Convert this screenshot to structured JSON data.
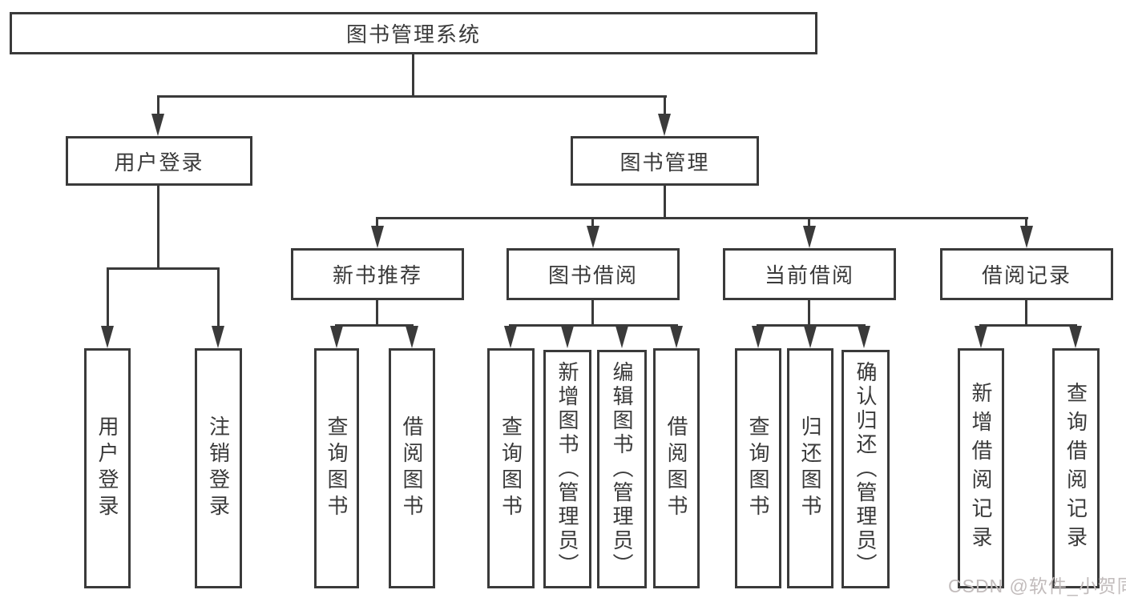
{
  "diagram_title": "图书管理系统",
  "tree": {
    "root": {
      "label": "图书管理系统"
    },
    "branches": [
      {
        "label": "用户登录",
        "children": [
          {
            "label": "用户登录"
          },
          {
            "label": "注销登录"
          }
        ]
      },
      {
        "label": "图书管理",
        "children": [
          {
            "label": "新书推荐",
            "children": [
              {
                "label": "查询图书"
              },
              {
                "label": "借阅图书"
              }
            ]
          },
          {
            "label": "图书借阅",
            "children": [
              {
                "label": "查询图书"
              },
              {
                "label": "新增图书（管理员）"
              },
              {
                "label": "编辑图书（管理员）"
              },
              {
                "label": "借阅图书"
              }
            ]
          },
          {
            "label": "当前借阅",
            "children": [
              {
                "label": "查询图书"
              },
              {
                "label": "归还图书"
              },
              {
                "label": "确认归还（管理员）"
              }
            ]
          },
          {
            "label": "借阅记录",
            "children": [
              {
                "label": "新增借阅记录"
              },
              {
                "label": "查询借阅记录"
              }
            ]
          }
        ]
      }
    ]
  },
  "watermark": {
    "text": "CSDN @软件_小贺同学"
  },
  "colors": {
    "line": "#3a3a3a",
    "text": "#3a3a3a",
    "background": "#ffffff",
    "watermark": "#c2bcbc"
  }
}
